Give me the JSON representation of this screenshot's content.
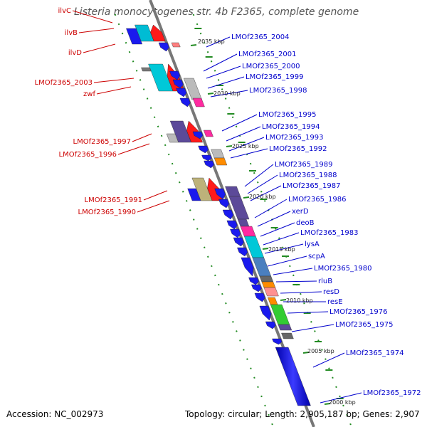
{
  "title": "Listeria monocytogenes str. 4b F2365, complete genome",
  "footer": {
    "accession": "Accession: NC_002973",
    "topology": "Topology: circular; Length: 2,905,187 bp; Genes: 2,907"
  },
  "scale_labels": [
    "2035 kbp",
    "2030 kbp",
    "2025 kbp",
    "2020 kbp",
    "2015 kbp",
    "2010 kbp",
    "2005 kbp",
    "2000 kbp"
  ],
  "left_labels": [
    "ilvC",
    "ilvB",
    "ilvD",
    "LMOf2365_2003",
    "zwf",
    "LMOf2365_1997",
    "LMOf2365_1996",
    "LMOf2365_1991",
    "LMOf2365_1990"
  ],
  "right_labels": [
    "LMOf2365_2004",
    "LMOf2365_2001",
    "LMOf2365_2000",
    "LMOf2365_1999",
    "LMOf2365_1998",
    "LMOf2365_1995",
    "LMOf2365_1994",
    "LMOf2365_1993",
    "LMOf2365_1992",
    "LMOf2365_1989",
    "LMOf2365_1988",
    "LMOf2365_1987",
    "LMOf2365_1986",
    "xerD",
    "deoB",
    "LMOf2365_1983",
    "lysA",
    "scpA",
    "LMOf2365_1980",
    "rluB",
    "resD",
    "resE",
    "LMOf2365_1976",
    "LMOf2365_1975",
    "LMOf2365_1974",
    "LMOf2365_1972"
  ],
  "colors": {
    "left_label": "#cc0000",
    "right_label": "#0000cc",
    "forward_gene": "#ee1111",
    "reverse_gene": "#1a1aee",
    "backbone": "#888888",
    "tick": "#228b22"
  }
}
